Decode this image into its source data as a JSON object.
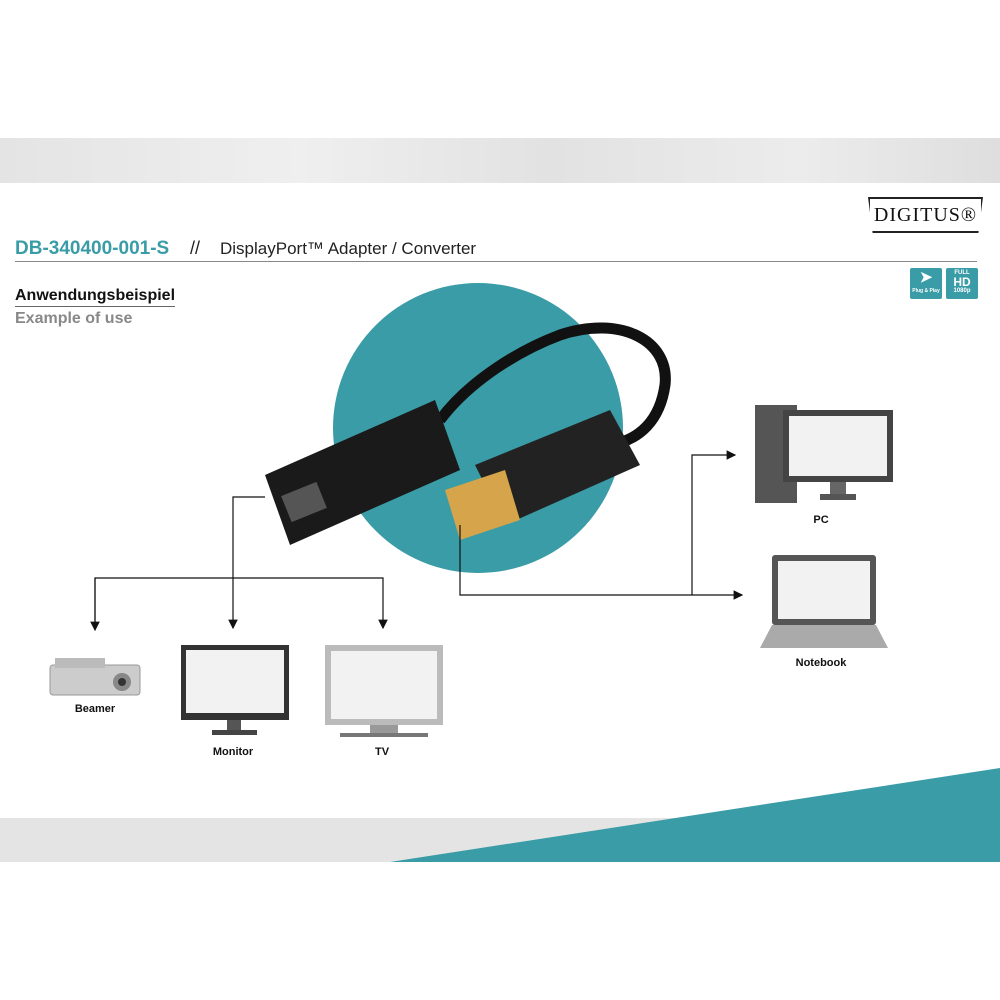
{
  "header": {
    "sku": "DB-340400-001-S",
    "separator": "//",
    "product": "DisplayPort™ Adapter / Converter"
  },
  "brand": {
    "logo": "DIGITUS®"
  },
  "badges": {
    "plug_play": "Plug & Play",
    "full": "FULL",
    "hd": "HD",
    "res": "1080p"
  },
  "section": {
    "title_de": "Anwendungsbeispiel",
    "title_en": "Example of use"
  },
  "devices": {
    "beamer": "Beamer",
    "monitor": "Monitor",
    "tv": "TV",
    "pc": "PC",
    "notebook": "Notebook"
  },
  "colors": {
    "accent": "#3a9ca6"
  }
}
